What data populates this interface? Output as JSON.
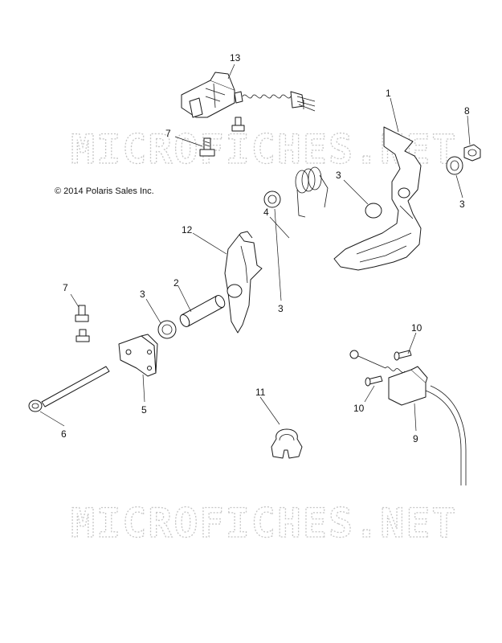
{
  "watermark": "MICROFICHES.NET",
  "copyright": "© 2014 Polaris Sales Inc.",
  "callouts": {
    "c1": "1",
    "c2": "2",
    "c3a": "3",
    "c3b": "3",
    "c3c": "3",
    "c3d": "3",
    "c4": "4",
    "c5": "5",
    "c6": "6",
    "c7a": "7",
    "c7b": "7",
    "c8": "8",
    "c9": "9",
    "c10a": "10",
    "c10b": "10",
    "c11": "11",
    "c12": "12",
    "c13": "13"
  }
}
